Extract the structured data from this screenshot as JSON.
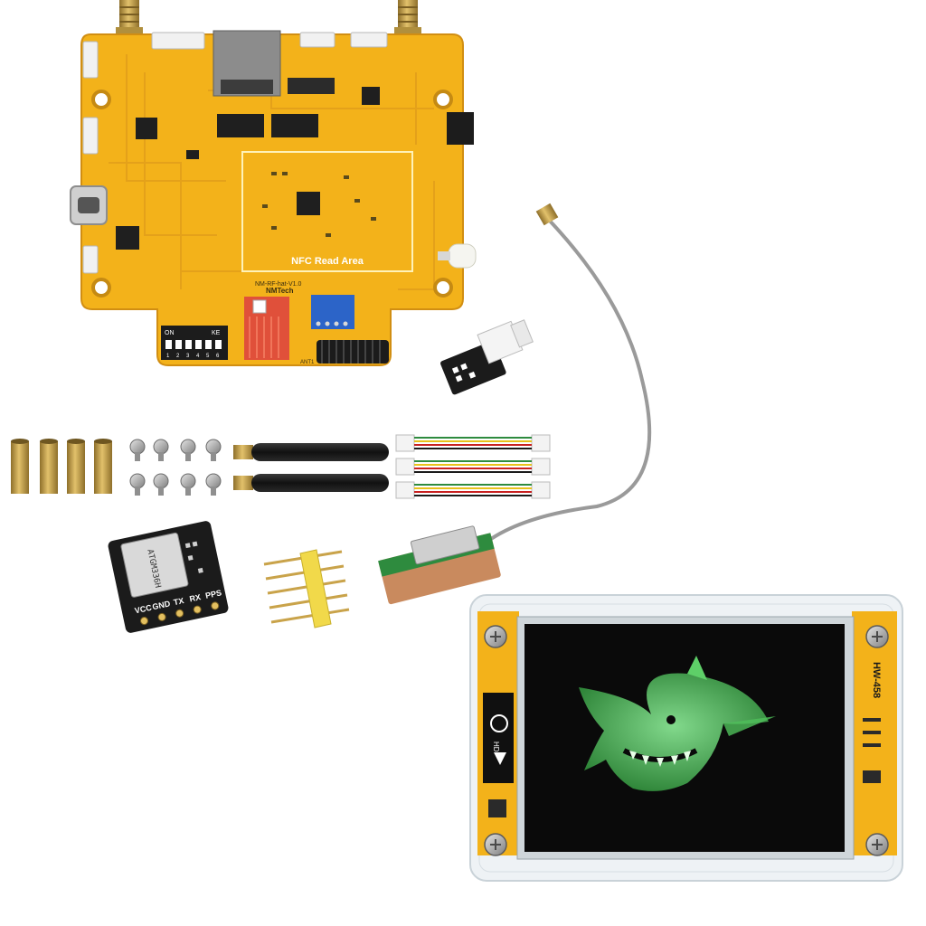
{
  "scene": {
    "background": "#ffffff",
    "colors": {
      "pcb": "#f3b21a",
      "pcb_dark": "#d9951a",
      "chip": "#1f1f1f",
      "brass": "#c9a34a",
      "antenna": "#1c1c1c",
      "cable": "#9a9a9a",
      "screen": "#0a0a0a",
      "shark": "#6fe27a",
      "acrylic": "#e9eef2"
    }
  },
  "main_board": {
    "nfc_area_label": "NFC Read Area",
    "board_name": "NM-RF-hat-V1.0",
    "brand": "NMTech",
    "dip_switch": {
      "on_label": "ON",
      "ke_label": "KE",
      "numbers": [
        "1",
        "2",
        "3",
        "4",
        "5",
        "6"
      ]
    },
    "ant_label": "ANT1"
  },
  "gps_module": {
    "chip_label": "ATGM336H",
    "pins": [
      "VCC",
      "GND",
      "TX",
      "RX",
      "PPS"
    ]
  },
  "display": {
    "side_label": "HW-458",
    "badge_label": "HD",
    "icon": "shark-image"
  },
  "accessories": {
    "standoff_count": 4,
    "screw_count": 8,
    "antenna_count": 2,
    "cable_count": 3
  }
}
